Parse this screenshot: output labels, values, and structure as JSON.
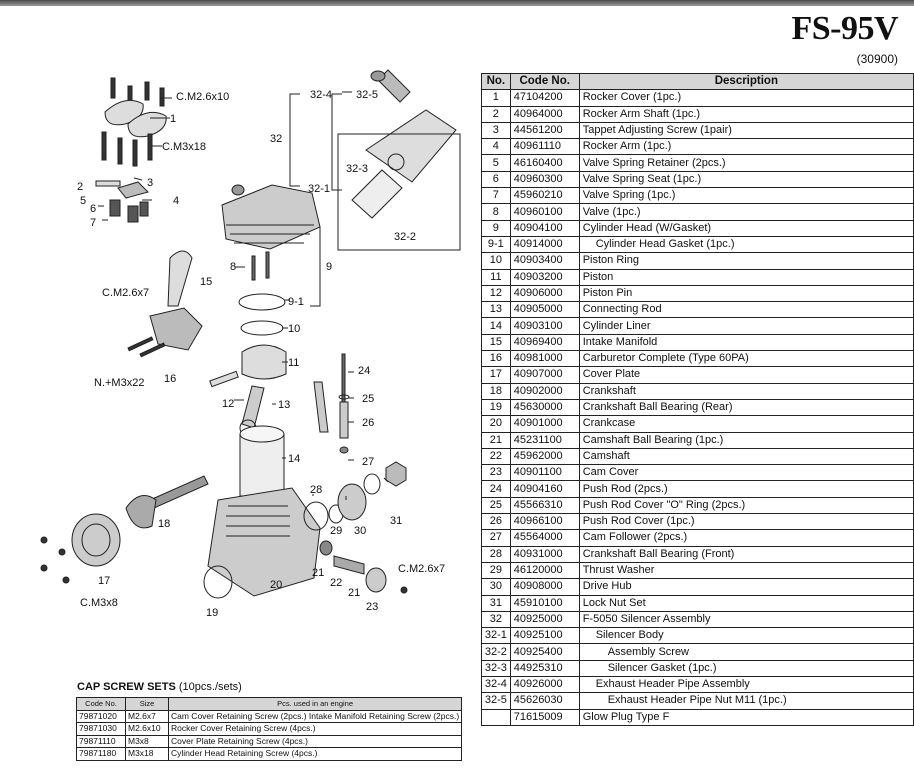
{
  "header": {
    "model": "FS-95V",
    "code": "(30900)"
  },
  "parts_table": {
    "headers": [
      "No.",
      "Code No.",
      "Description"
    ],
    "rows": [
      {
        "no": "1",
        "code": "47104200",
        "desc": "Rocker Cover (1pc.)",
        "indent": 0
      },
      {
        "no": "2",
        "code": "40964000",
        "desc": "Rocker Arm Shaft (1pc.)",
        "indent": 0
      },
      {
        "no": "3",
        "code": "44561200",
        "desc": "Tappet Adjusting Screw (1pair)",
        "indent": 0
      },
      {
        "no": "4",
        "code": "40961110",
        "desc": "Rocker Arm (1pc.)",
        "indent": 0
      },
      {
        "no": "5",
        "code": "46160400",
        "desc": "Valve Spring Retainer (2pcs.)",
        "indent": 0
      },
      {
        "no": "6",
        "code": "40960300",
        "desc": "Valve Spring Seat (1pc.)",
        "indent": 0
      },
      {
        "no": "7",
        "code": "45960210",
        "desc": "Valve Spring (1pc.)",
        "indent": 0
      },
      {
        "no": "8",
        "code": "40960100",
        "desc": "Valve (1pc.)",
        "indent": 0
      },
      {
        "no": "9",
        "code": "40904100",
        "desc": "Cylinder Head (W/Gasket)",
        "indent": 0
      },
      {
        "no": "9-1",
        "code": "40914000",
        "desc": "Cylinder Head Gasket (1pc.)",
        "indent": 1
      },
      {
        "no": "10",
        "code": "40903400",
        "desc": "Piston Ring",
        "indent": 0
      },
      {
        "no": "11",
        "code": "40903200",
        "desc": "Piston",
        "indent": 0
      },
      {
        "no": "12",
        "code": "40906000",
        "desc": "Piston Pin",
        "indent": 0
      },
      {
        "no": "13",
        "code": "40905000",
        "desc": "Connecting Rod",
        "indent": 0
      },
      {
        "no": "14",
        "code": "40903100",
        "desc": "Cylinder Liner",
        "indent": 0
      },
      {
        "no": "15",
        "code": "40969400",
        "desc": "Intake Manifold",
        "indent": 0
      },
      {
        "no": "16",
        "code": "40981000",
        "desc": "Carburetor Complete (Type 60PA)",
        "indent": 0
      },
      {
        "no": "17",
        "code": "40907000",
        "desc": "Cover Plate",
        "indent": 0
      },
      {
        "no": "18",
        "code": "40902000",
        "desc": "Crankshaft",
        "indent": 0
      },
      {
        "no": "19",
        "code": "45630000",
        "desc": "Crankshaft Ball Bearing (Rear)",
        "indent": 0
      },
      {
        "no": "20",
        "code": "40901000",
        "desc": "Crankcase",
        "indent": 0
      },
      {
        "no": "21",
        "code": "45231100",
        "desc": "Camshaft Ball Bearing (1pc.)",
        "indent": 0
      },
      {
        "no": "22",
        "code": "45962000",
        "desc": "Camshaft",
        "indent": 0
      },
      {
        "no": "23",
        "code": "40901100",
        "desc": "Cam Cover",
        "indent": 0
      },
      {
        "no": "24",
        "code": "40904160",
        "desc": "Push Rod (2pcs.)",
        "indent": 0
      },
      {
        "no": "25",
        "code": "45566310",
        "desc": "Push Rod Cover \"O\" Ring (2pcs.)",
        "indent": 0
      },
      {
        "no": "26",
        "code": "40966100",
        "desc": "Push Rod Cover (1pc.)",
        "indent": 0
      },
      {
        "no": "27",
        "code": "45564000",
        "desc": "Cam Follower (2pcs.)",
        "indent": 0
      },
      {
        "no": "28",
        "code": "40931000",
        "desc": "Crankshaft Ball Bearing (Front)",
        "indent": 0
      },
      {
        "no": "29",
        "code": "46120000",
        "desc": "Thrust Washer",
        "indent": 0
      },
      {
        "no": "30",
        "code": "40908000",
        "desc": "Drive Hub",
        "indent": 0
      },
      {
        "no": "31",
        "code": "45910100",
        "desc": "Lock Nut Set",
        "indent": 0
      },
      {
        "no": "32",
        "code": "40925000",
        "desc": "F-5050 Silencer Assembly",
        "indent": 0
      },
      {
        "no": "32-1",
        "code": "40925100",
        "desc": "Silencer Body",
        "indent": 1
      },
      {
        "no": "32-2",
        "code": "40925400",
        "desc": "Assembly Screw",
        "indent": 2
      },
      {
        "no": "32-3",
        "code": "44925310",
        "desc": "Silencer Gasket (1pc.)",
        "indent": 2
      },
      {
        "no": "32-4",
        "code": "40926000",
        "desc": "Exhaust Header Pipe Assembly",
        "indent": 1
      },
      {
        "no": "32-5",
        "code": "45626030",
        "desc": "Exhaust Header Pipe Nut M11 (1pc.)",
        "indent": 2
      },
      {
        "no": "",
        "code": "71615009",
        "desc": "Glow Plug Type F",
        "indent": 0
      }
    ]
  },
  "cap_screw": {
    "title": "CAP SCREW SETS",
    "subtitle": "(10pcs./sets)",
    "headers": [
      "Code No.",
      "Size",
      "Pcs. used in an engine"
    ],
    "rows": [
      {
        "code": "79871020",
        "size": "M2.6x7",
        "use": "Cam Cover Retaining Screw (2pcs.)  Intake Manifold Retaining Screw (2pcs.)"
      },
      {
        "code": "79871030",
        "size": "M2.6x10",
        "use": "Rocker Cover Retaining Screw (4pcs.)"
      },
      {
        "code": "79871110",
        "size": "M3x8",
        "use": "Cover Plate Retaining Screw (4pcs.)"
      },
      {
        "code": "79871180",
        "size": "M3x18",
        "use": "Cylinder Head Retaining Screw (4pcs.)"
      }
    ]
  },
  "diagram": {
    "labels": {
      "l1": "1",
      "l2": "2",
      "l3": "3",
      "l4": "4",
      "l5": "5",
      "l6": "6",
      "l7": "7",
      "l8": "8",
      "l9": "9",
      "l9_1": "9-1",
      "l10": "10",
      "l11": "11",
      "l12": "12",
      "l13": "13",
      "l14": "14",
      "l15": "15",
      "l16": "16",
      "l17": "17",
      "l18": "18",
      "l19": "19",
      "l20": "20",
      "l21a": "21",
      "l21b": "21",
      "l22": "22",
      "l23": "23",
      "l24": "24",
      "l25": "25",
      "l26": "26",
      "l27": "27",
      "l28": "28",
      "l29": "29",
      "l30": "30",
      "l31": "31",
      "l32": "32",
      "l32_1": "32-1",
      "l32_2": "32-2",
      "l32_3": "32-3",
      "l32_4": "32-4",
      "l32_5": "32-5",
      "cm26x10": "C.M2.6x10",
      "cm3x18": "C.M3x18",
      "cm26x7a": "C.M2.6x7",
      "nm3x22": "N.+M3x22",
      "cm26x7b": "C.M2.6x7",
      "cm3x8": "C.M3x8"
    }
  }
}
